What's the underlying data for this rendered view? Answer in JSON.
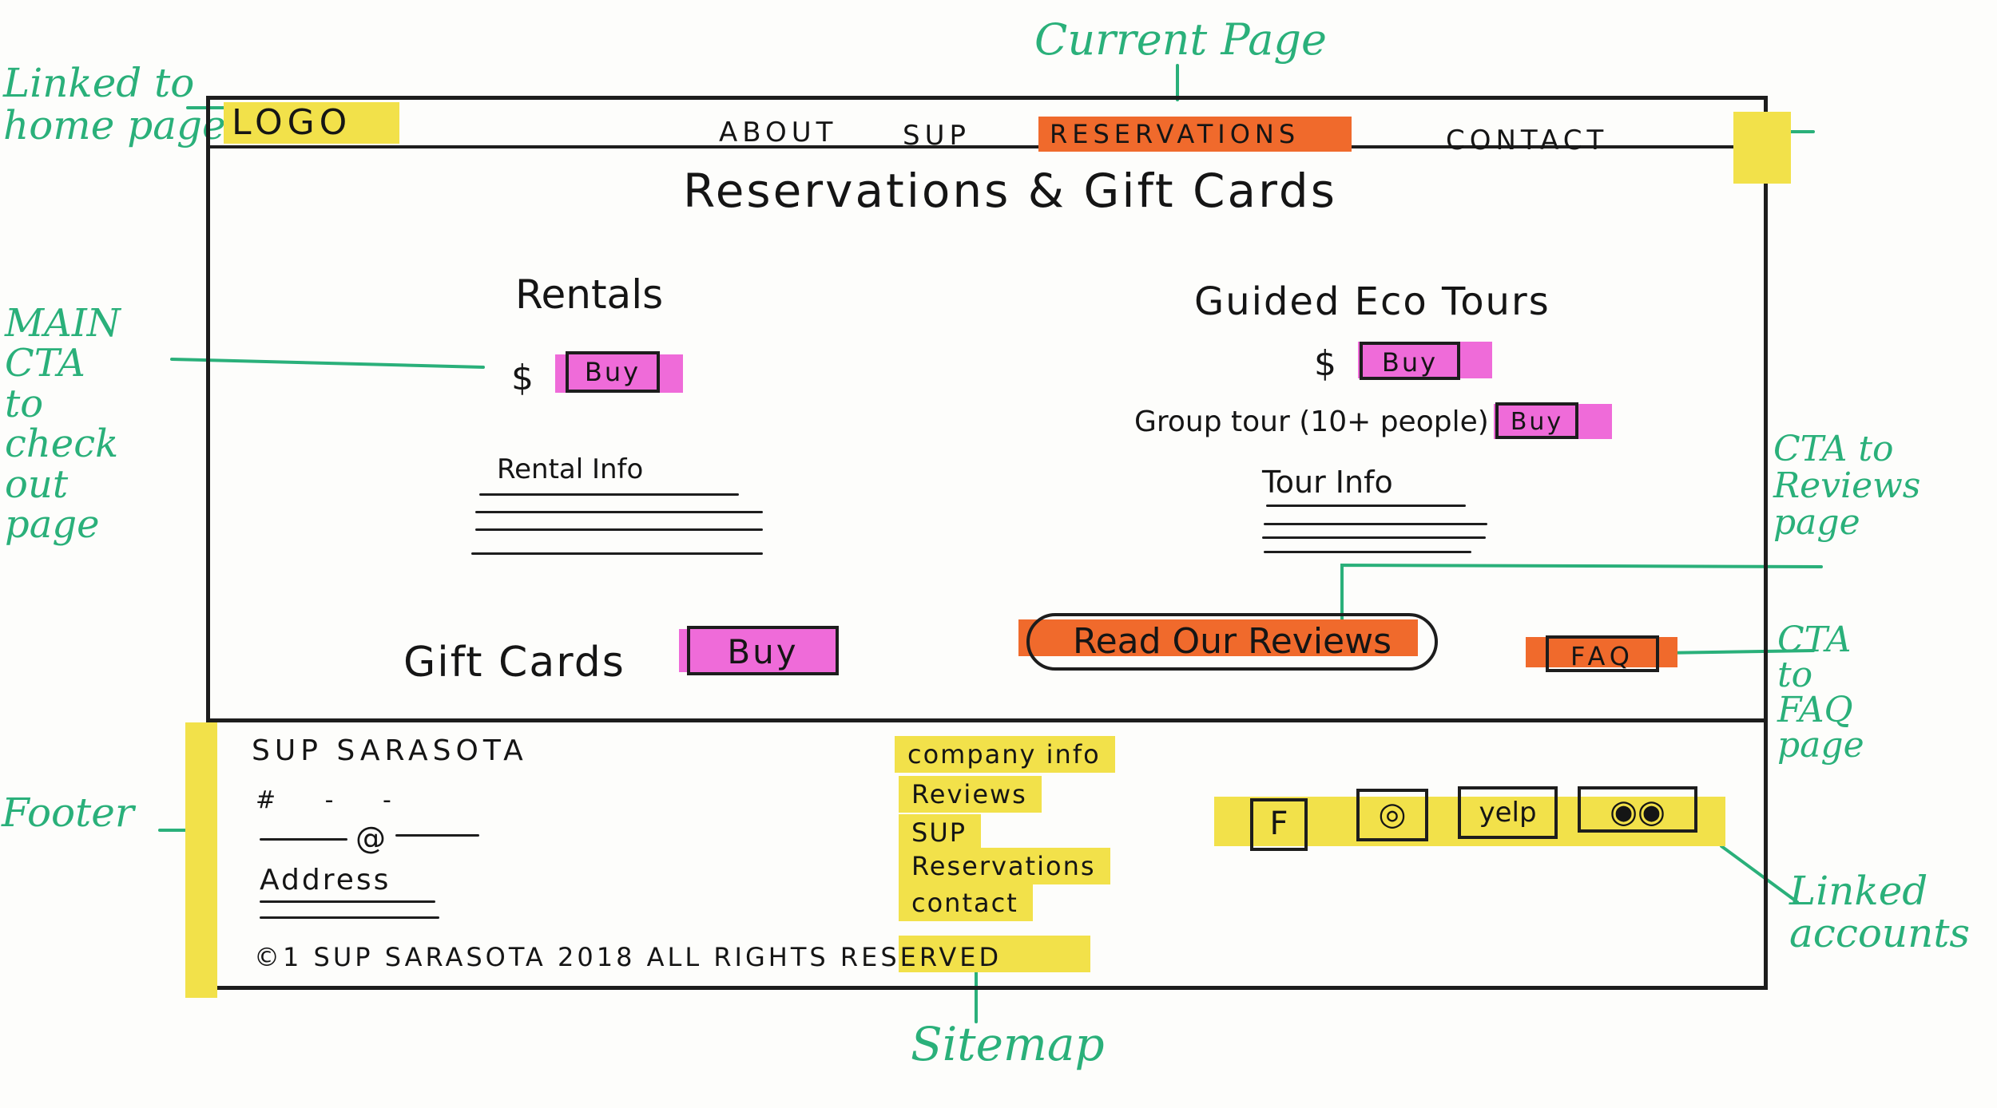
{
  "annotations": {
    "current_page": "Current Page",
    "linked_home": "Linked to\nhome page",
    "main_cta": "MAIN\nCTA\nto\ncheck\nout\npage",
    "reviews_cta": "CTA to\nReviews\npage",
    "faq_cta": "CTA\nto\nFAQ\npage",
    "footer": "Footer",
    "linked_accounts": "Linked\naccounts",
    "sitemap": "Sitemap"
  },
  "header": {
    "logo": "LOGO",
    "nav": [
      "ABOUT",
      "SUP",
      "RESERVATIONS",
      "CONTACT"
    ]
  },
  "main": {
    "title": "Reservations & Gift Cards",
    "rentals": {
      "heading": "Rentals",
      "price": "$",
      "buy": "Buy",
      "info_title": "Rental Info"
    },
    "tours": {
      "heading": "Guided Eco Tours",
      "price": "$",
      "buy": "Buy",
      "group_label": "Group tour (10+ people)",
      "group_buy": "Buy",
      "info_title": "Tour Info"
    },
    "gift_cards": {
      "label": "Gift Cards",
      "buy": "Buy"
    },
    "reviews_button": "Read Our Reviews",
    "faq_button": "FAQ"
  },
  "footer": {
    "company": "SUP SARASOTA",
    "phone": "# - -",
    "email": "@",
    "address": "Address",
    "copyright": "©1 SUP SARASOTA 2018 ALL RIGHTS RESERVED",
    "sitemap": [
      "company info",
      "Reviews",
      "SUP",
      "Reservations",
      "contact"
    ],
    "social": [
      "F",
      "◎",
      "yelp",
      "◉◉"
    ]
  },
  "colors": {
    "highlight_yellow": "#f2e14a",
    "highlight_orange": "#f06a2c",
    "highlight_pink": "#ef6bd9",
    "annotation_green": "#2ab07a"
  }
}
